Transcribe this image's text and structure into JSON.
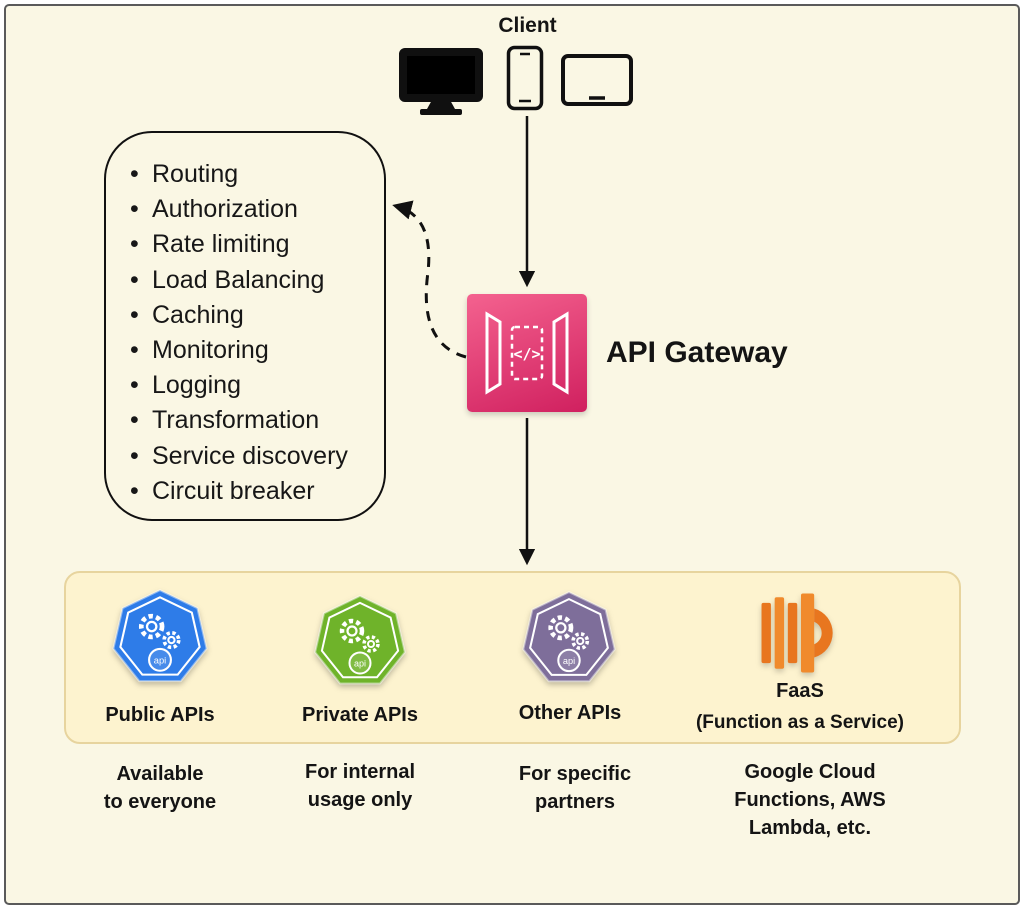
{
  "client": {
    "label": "Client"
  },
  "gateway": {
    "label": "API Gateway",
    "accent_color": "#d0205f",
    "code_glyph": "</>"
  },
  "features": {
    "items": [
      "Routing",
      "Authorization",
      "Rate limiting",
      "Load Balancing",
      "Caching",
      "Monitoring",
      "Logging",
      "Transformation",
      "Service discovery",
      "Circuit breaker"
    ]
  },
  "api_panel": {
    "items": [
      {
        "label": "Public APIs",
        "badge": "api",
        "color": "#2e7ce8",
        "description": "Available\nto everyone"
      },
      {
        "label": "Private APIs",
        "badge": "api",
        "color": "#6fb32a",
        "description": "For internal\nusage only"
      },
      {
        "label": "Other APIs",
        "badge": "api",
        "color": "#7e6e9a",
        "description": "For specific\npartners"
      },
      {
        "label": "FaaS",
        "sublabel": "(Function as a Service)",
        "color": "#e8791f",
        "description": "Google Cloud\nFunctions, AWS\nLambda, etc."
      }
    ]
  }
}
